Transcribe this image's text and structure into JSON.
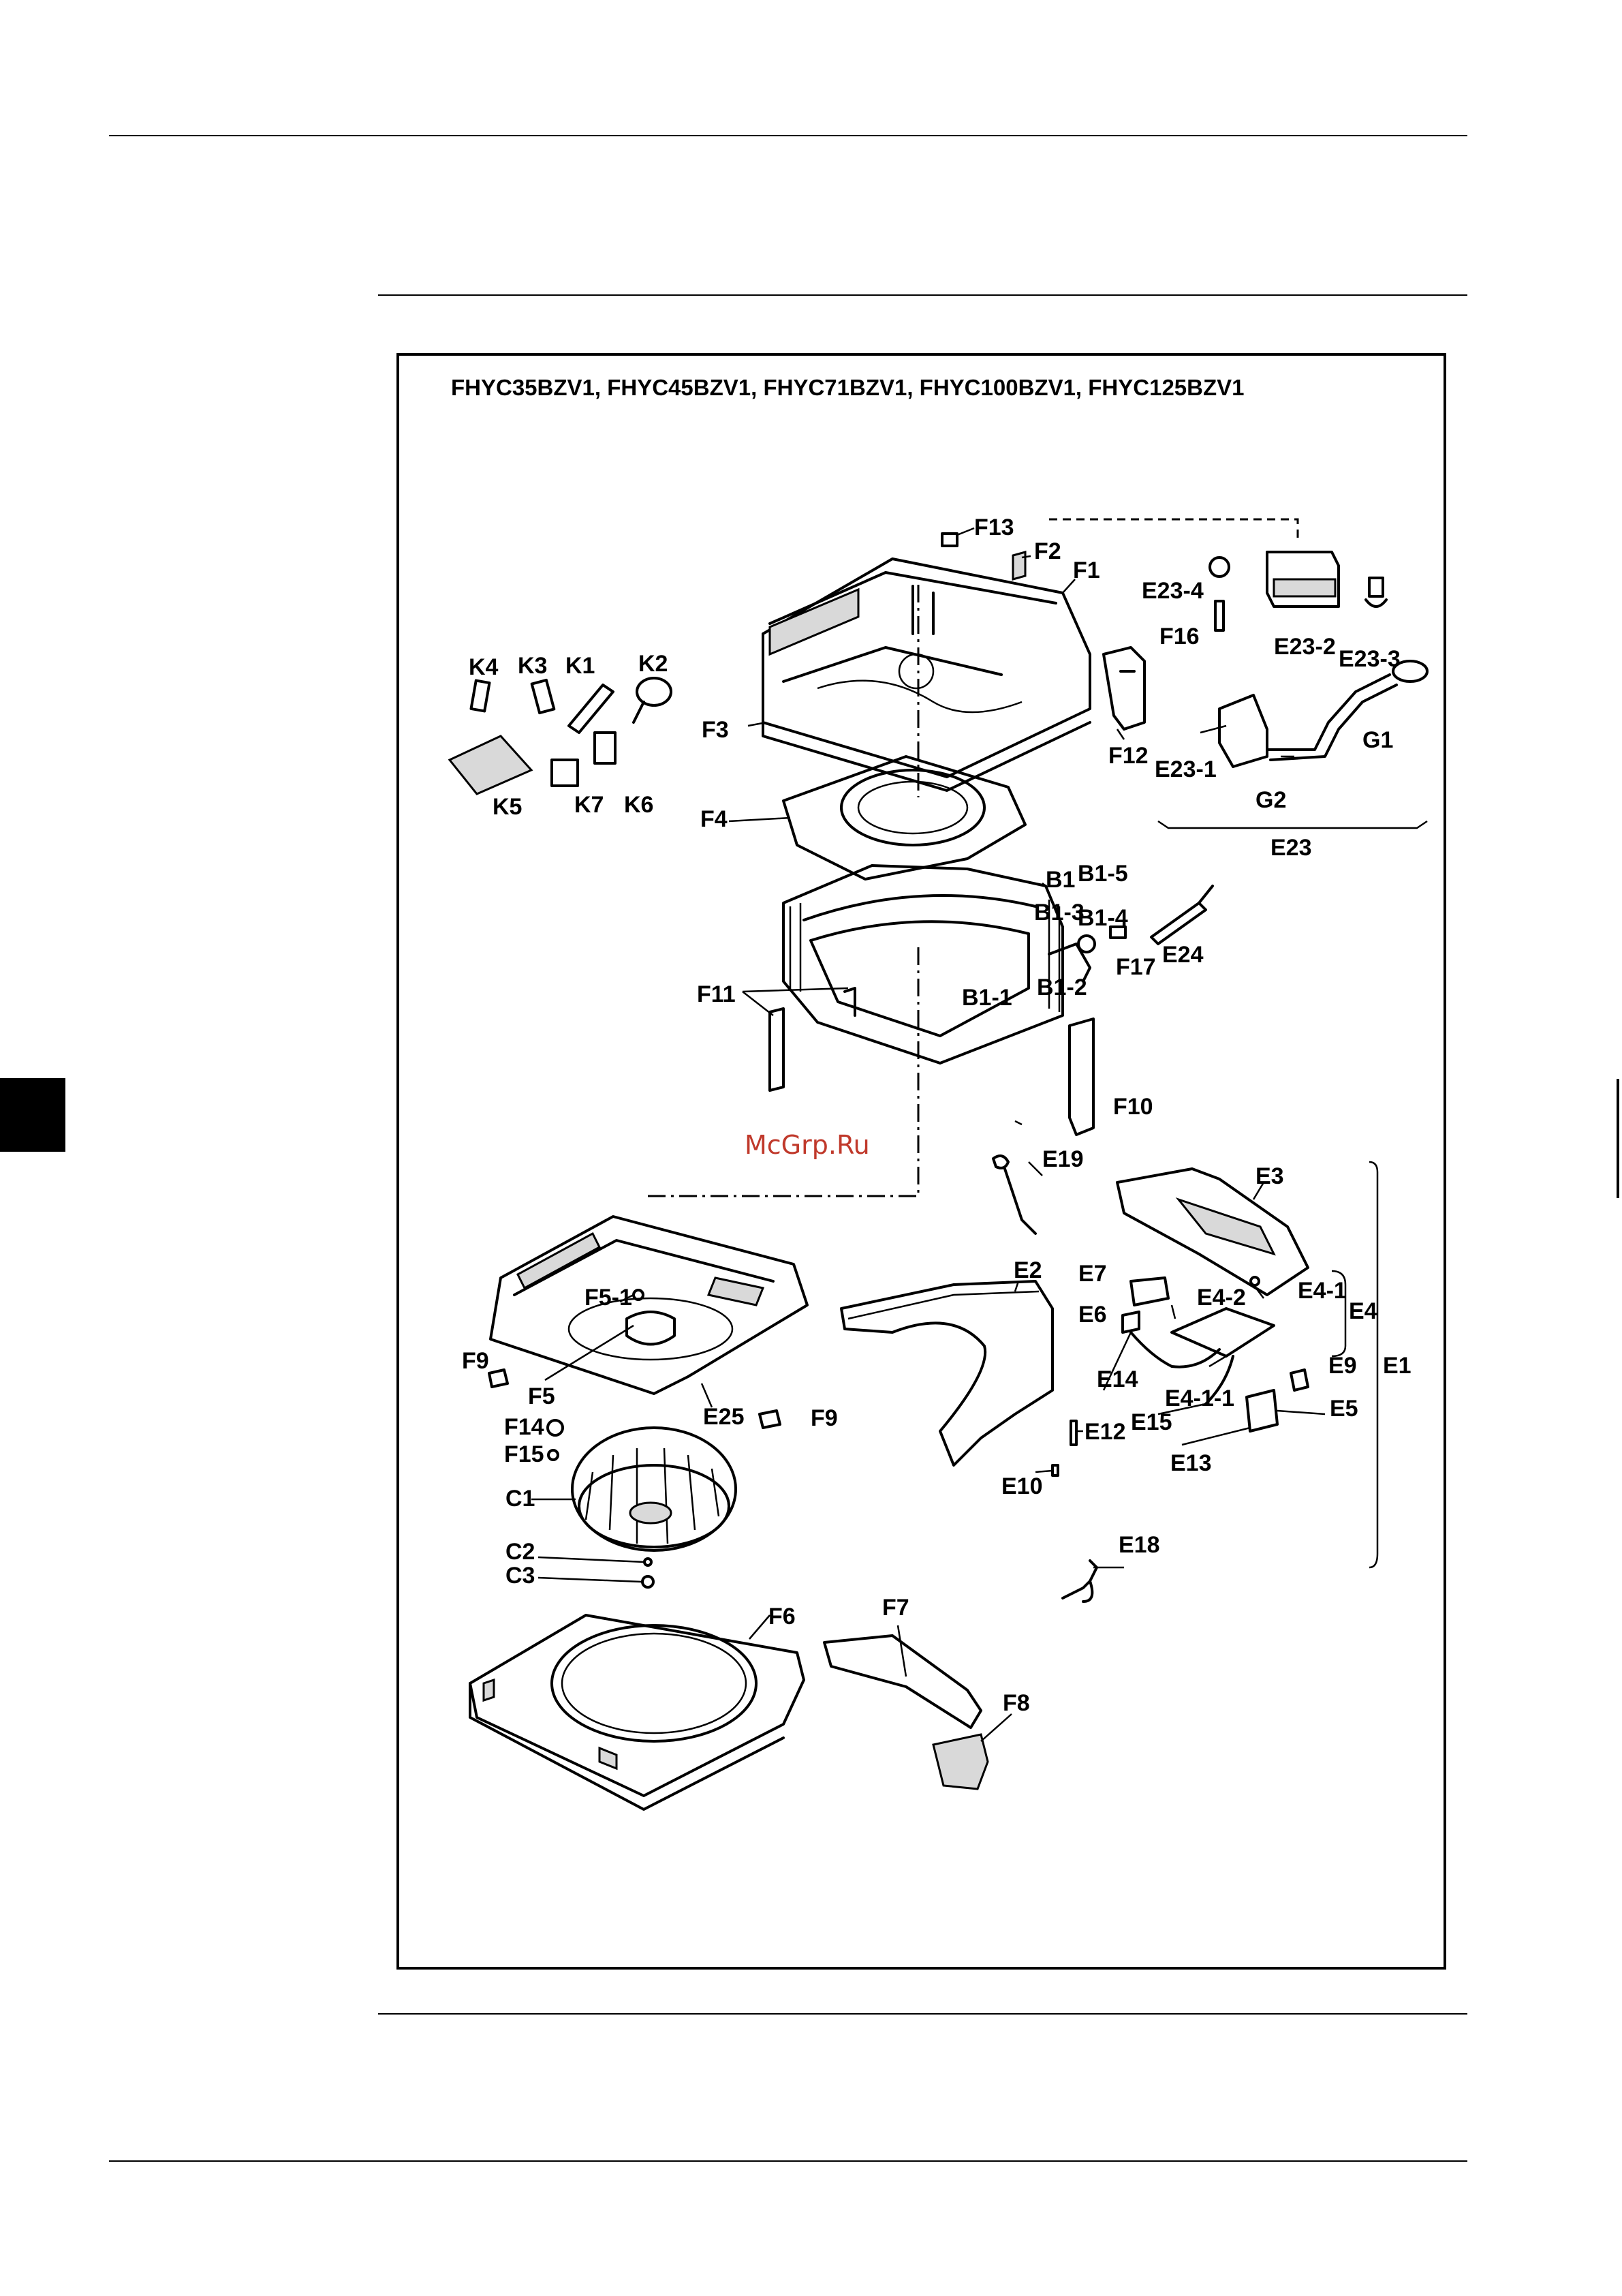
{
  "page": {
    "model_title": "FHYC35BZV1, FHYC45BZV1, FHYC71BZV1, FHYC100BZV1, FHYC125BZV1",
    "watermark": "McGrp.Ru"
  },
  "part_labels": {
    "F13": "F13",
    "F2": "F2",
    "F1": "F1",
    "E23_4": "E23-4",
    "F16": "F16",
    "E23_2": "E23-2",
    "E23_3": "E23-3",
    "F3": "F3",
    "F12": "F12",
    "E23_1": "E23-1",
    "G1": "G1",
    "G2": "G2",
    "E23": "E23",
    "K4": "K4",
    "K3": "K3",
    "K1": "K1",
    "K2": "K2",
    "K5": "K5",
    "K7": "K7",
    "K6": "K6",
    "F4": "F4",
    "B1": "B1",
    "B1_5": "B1-5",
    "B1_3": "B1-3",
    "B1_4": "B1-4",
    "F17": "F17",
    "E24": "E24",
    "F11": "F11",
    "B1_1": "B1-1",
    "B1_2": "B1-2",
    "F10": "F10",
    "E19": "E19",
    "E3": "E3",
    "E7": "E7",
    "E4_2": "E4-2",
    "E4_1": "E4-1",
    "E4": "E4",
    "F5_1": "F5-1",
    "E2": "E2",
    "E6": "E6",
    "F9_left": "F9",
    "F5": "F5",
    "E14": "E14",
    "E9": "E9",
    "E1": "E1",
    "E4_1_1": "E4-1-1",
    "E25": "E25",
    "F9_right": "F9",
    "E15": "E15",
    "E5": "E5",
    "F14": "F14",
    "E12": "E12",
    "E13": "E13",
    "F15": "F15",
    "E10": "E10",
    "C1": "C1",
    "E18": "E18",
    "C2": "C2",
    "C3": "C3",
    "F6": "F6",
    "F7": "F7",
    "F8": "F8"
  }
}
